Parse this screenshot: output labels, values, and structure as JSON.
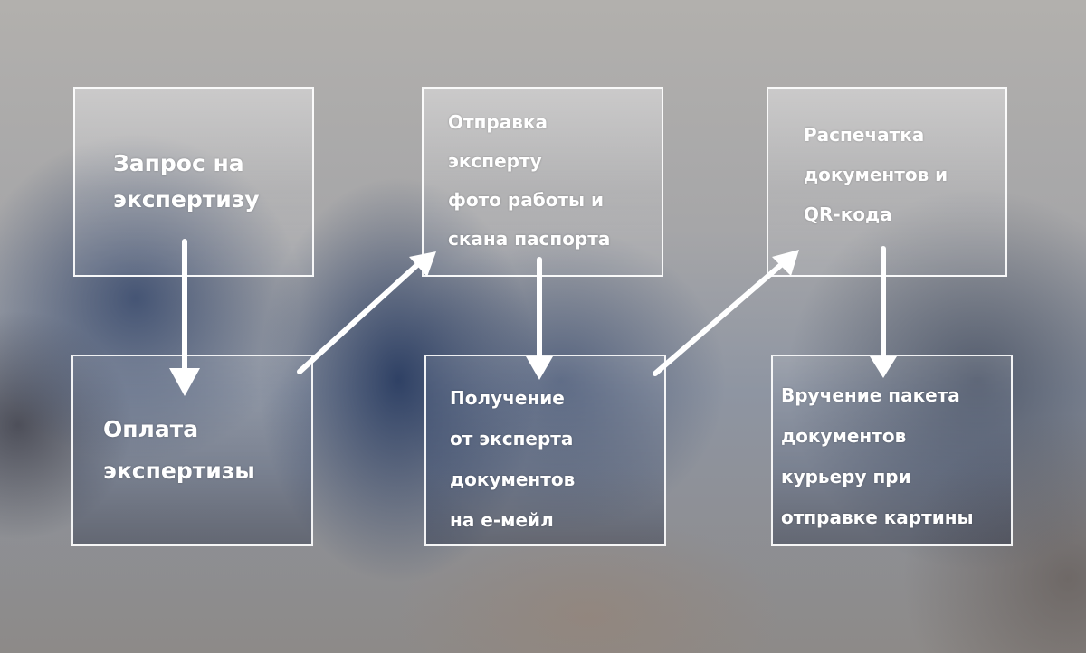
{
  "steps": [
    {
      "text": "Запрос на\nэкспертизу"
    },
    {
      "text": "Оплата\nэкспертизы"
    },
    {
      "text": "Отправка\nэксперту\nфото работы и\nскана паспорта"
    },
    {
      "text": "Получение\nот эксперта\nдокументов\nна е-мейл"
    },
    {
      "text": "Распечатка\nдокументов и\nQR-кода"
    },
    {
      "text": "Вручение пакета\nдокументов\nкурьеру при\nотправке картины"
    }
  ],
  "colors": {
    "box_border": "#ffffff",
    "text": "#ffffff",
    "arrow": "#ffffff"
  }
}
